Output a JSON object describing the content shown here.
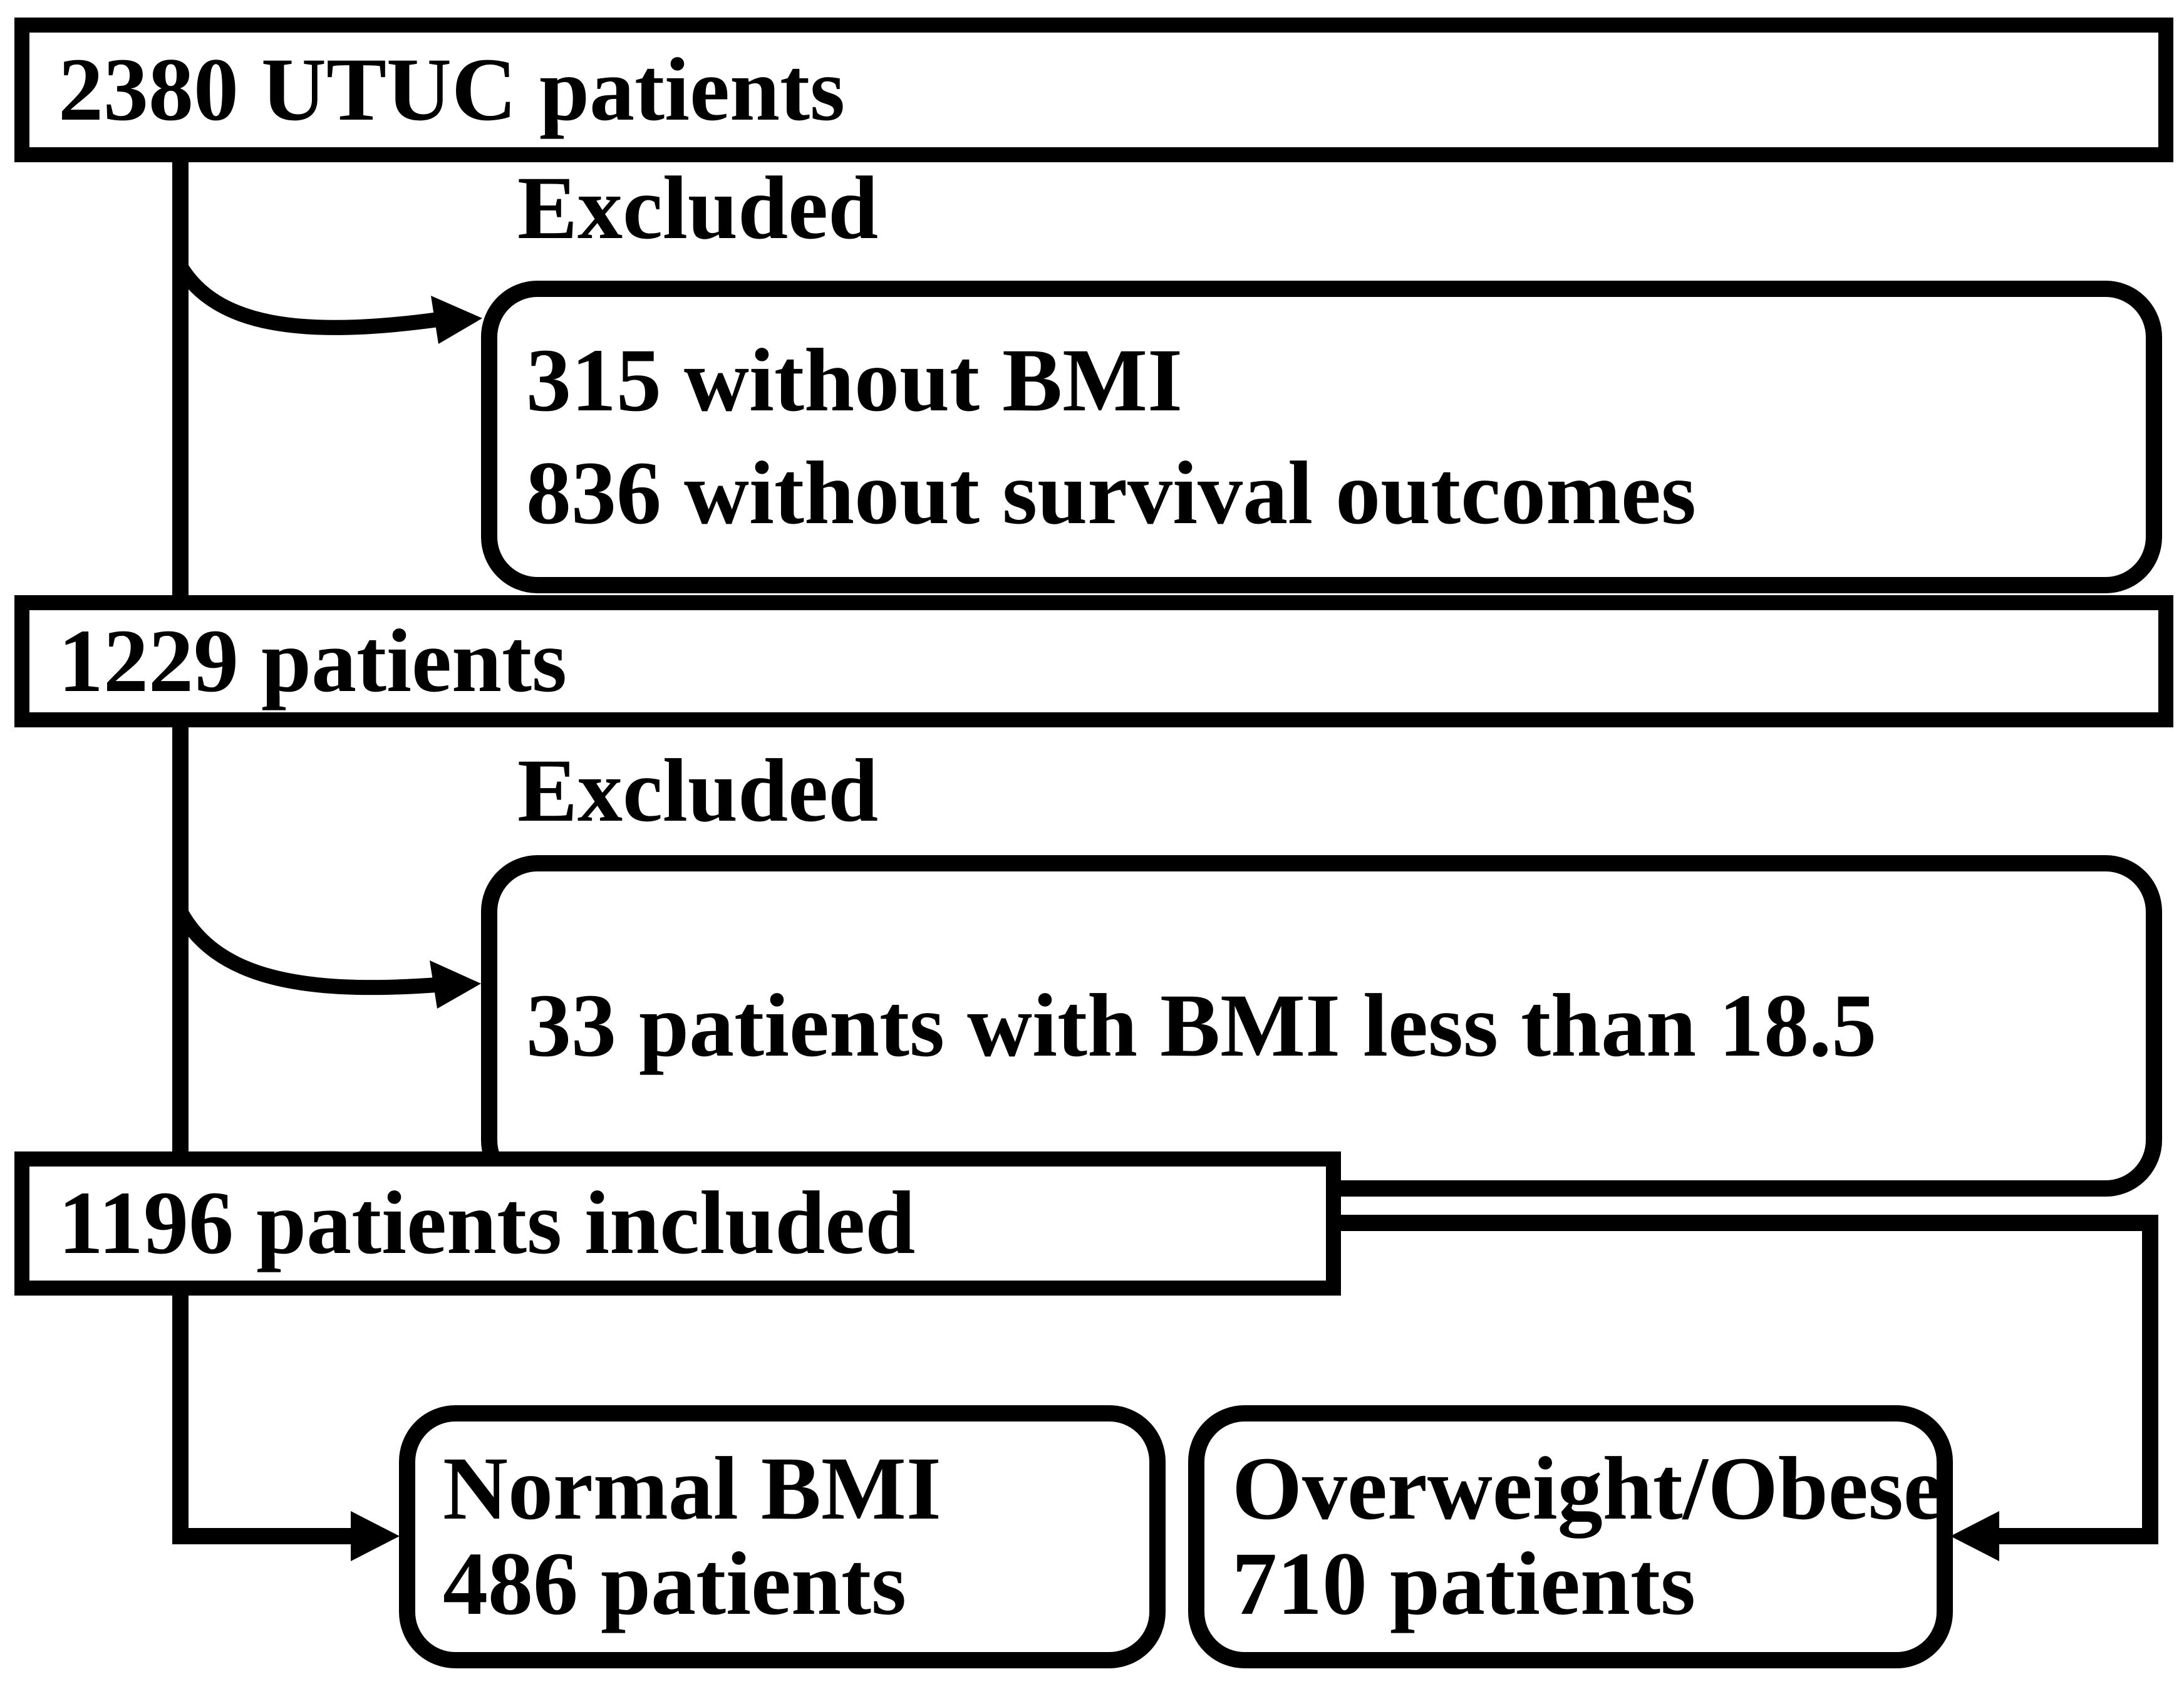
{
  "diagram": {
    "type": "patient-flowchart",
    "colors": {
      "line": "#000000",
      "background": "#ffffff",
      "text": "#000000"
    },
    "nodes": {
      "initial": {
        "label": "2380 UTUC patients"
      },
      "exclusion1": {
        "heading": "Excluded",
        "lines": [
          "315 without BMI",
          "836 without survival outcomes"
        ]
      },
      "after_first_exclusion": {
        "label": "1229 patients"
      },
      "exclusion2": {
        "heading": "Excluded",
        "lines": [
          "33 patients with BMI less than 18.5"
        ]
      },
      "included": {
        "label": "1196 patients included"
      },
      "normal_bmi": {
        "lines": [
          "Normal BMI",
          "486 patients"
        ]
      },
      "overweight_obese": {
        "lines": [
          "Overweight/Obese",
          "710 patients"
        ]
      }
    }
  }
}
